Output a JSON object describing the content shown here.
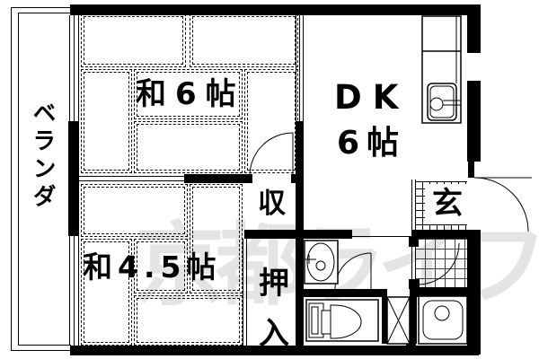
{
  "watermark": {
    "text": "京都ライフ",
    "color": "#e4e4e4"
  },
  "rooms": {
    "washitsu6": {
      "label": "和6帖"
    },
    "dk": {
      "label_line1": "DK",
      "label_line2": "6帖"
    },
    "washitsu45": {
      "label": "和4.5帖"
    },
    "storage": {
      "label": "収"
    },
    "oshiire": {
      "label": "押入"
    },
    "genkan": {
      "label": "玄"
    },
    "veranda": {
      "label": "ベランダ"
    }
  },
  "fixtures": {
    "kitchen": "kitchen-sink-counter",
    "bath": "bathtub",
    "toilet": "toilet",
    "washbasin": "washbasin",
    "washer": "washing-machine-space",
    "doors": [
      "entrance-door-swing",
      "room-door-swing",
      "washroom-door-swing",
      "bathroom-door-swing"
    ]
  },
  "colors": {
    "line": "#000000",
    "background": "#ffffff",
    "watermark": "#e4e4e4"
  }
}
